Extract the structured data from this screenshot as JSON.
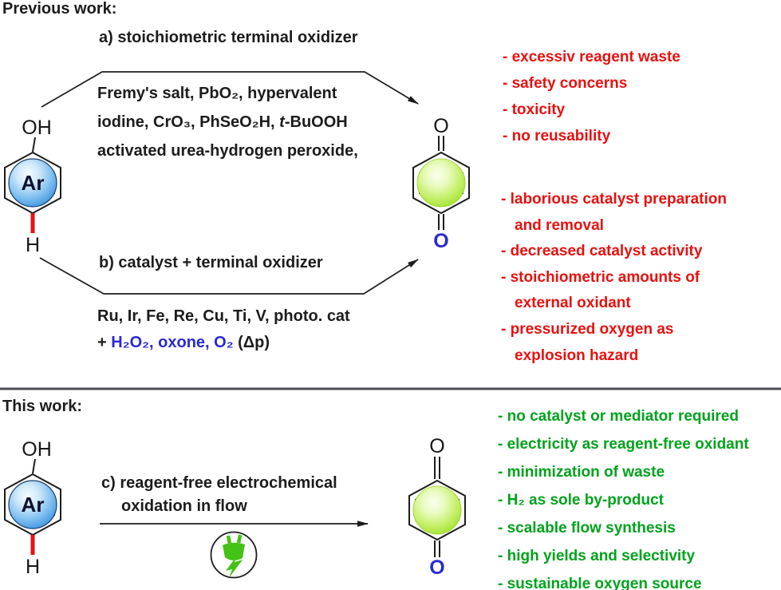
{
  "previous_work": {
    "heading": "Previous work:",
    "path_a": {
      "label": "a) stoichiometric terminal oxidizer",
      "reagents_line1": "Fremy's salt, PbO₂, hypervalent",
      "reagents_line2_pre": "iodine, CrO₃, PhSeO₂H, ",
      "reagents_line2_italic": "t",
      "reagents_line2_post": "-BuOOH",
      "reagents_line3": "activated urea-hydrogen peroxide,",
      "drawbacks": [
        "- excessiv reagent waste",
        "- safety concerns",
        "- toxicity",
        "- no reusability"
      ]
    },
    "path_b": {
      "label": "b) catalyst + terminal oxidizer",
      "reagents_line1": "Ru, Ir, Fe, Re, Cu, Ti, V, photo. cat",
      "reagents_line2_prefix": "+ ",
      "reagents_line2_oxidants": "H₂O₂, oxone, O₂",
      "reagents_line2_suffix": " (Δp)",
      "drawbacks": [
        "- laborious catalyst preparation",
        "and removal",
        "- decreased catalyst activity",
        "- stoichiometric amounts of",
        "external oxidant",
        "- pressurized oxygen as",
        "explosion hazard"
      ]
    }
  },
  "this_work": {
    "heading": "This work:",
    "path_c": {
      "label_line1": "c) reagent-free electrochemical",
      "label_line2": "oxidation in flow"
    },
    "benefits": [
      "- no catalyst or mediator required",
      "- electricity as reagent-free oxidant",
      "- minimization of waste",
      "- H₂ as sole by-product",
      "- scalable flow synthesis",
      "- high yields and selectivity",
      "- sustainable oxygen source"
    ]
  },
  "structures": {
    "phenol": {
      "oh": "OH",
      "ar": "Ar",
      "h": "H"
    },
    "quinone": {
      "o_top": "O",
      "o_bottom": "O"
    }
  },
  "icons": {
    "electricity": "plug-lightning-icon"
  },
  "colors": {
    "drawback_red": "#e8110f",
    "benefit_green": "#00a31c",
    "oxidant_blue": "#2a2ad2",
    "ch_bond_red": "#e8110f",
    "sphere_blue": "#2f8ad8",
    "sphere_green": "#96dc1e",
    "plug_green": "#44c216",
    "divider_gray": "#4c4c55",
    "text_black": "#1c1c1c"
  }
}
